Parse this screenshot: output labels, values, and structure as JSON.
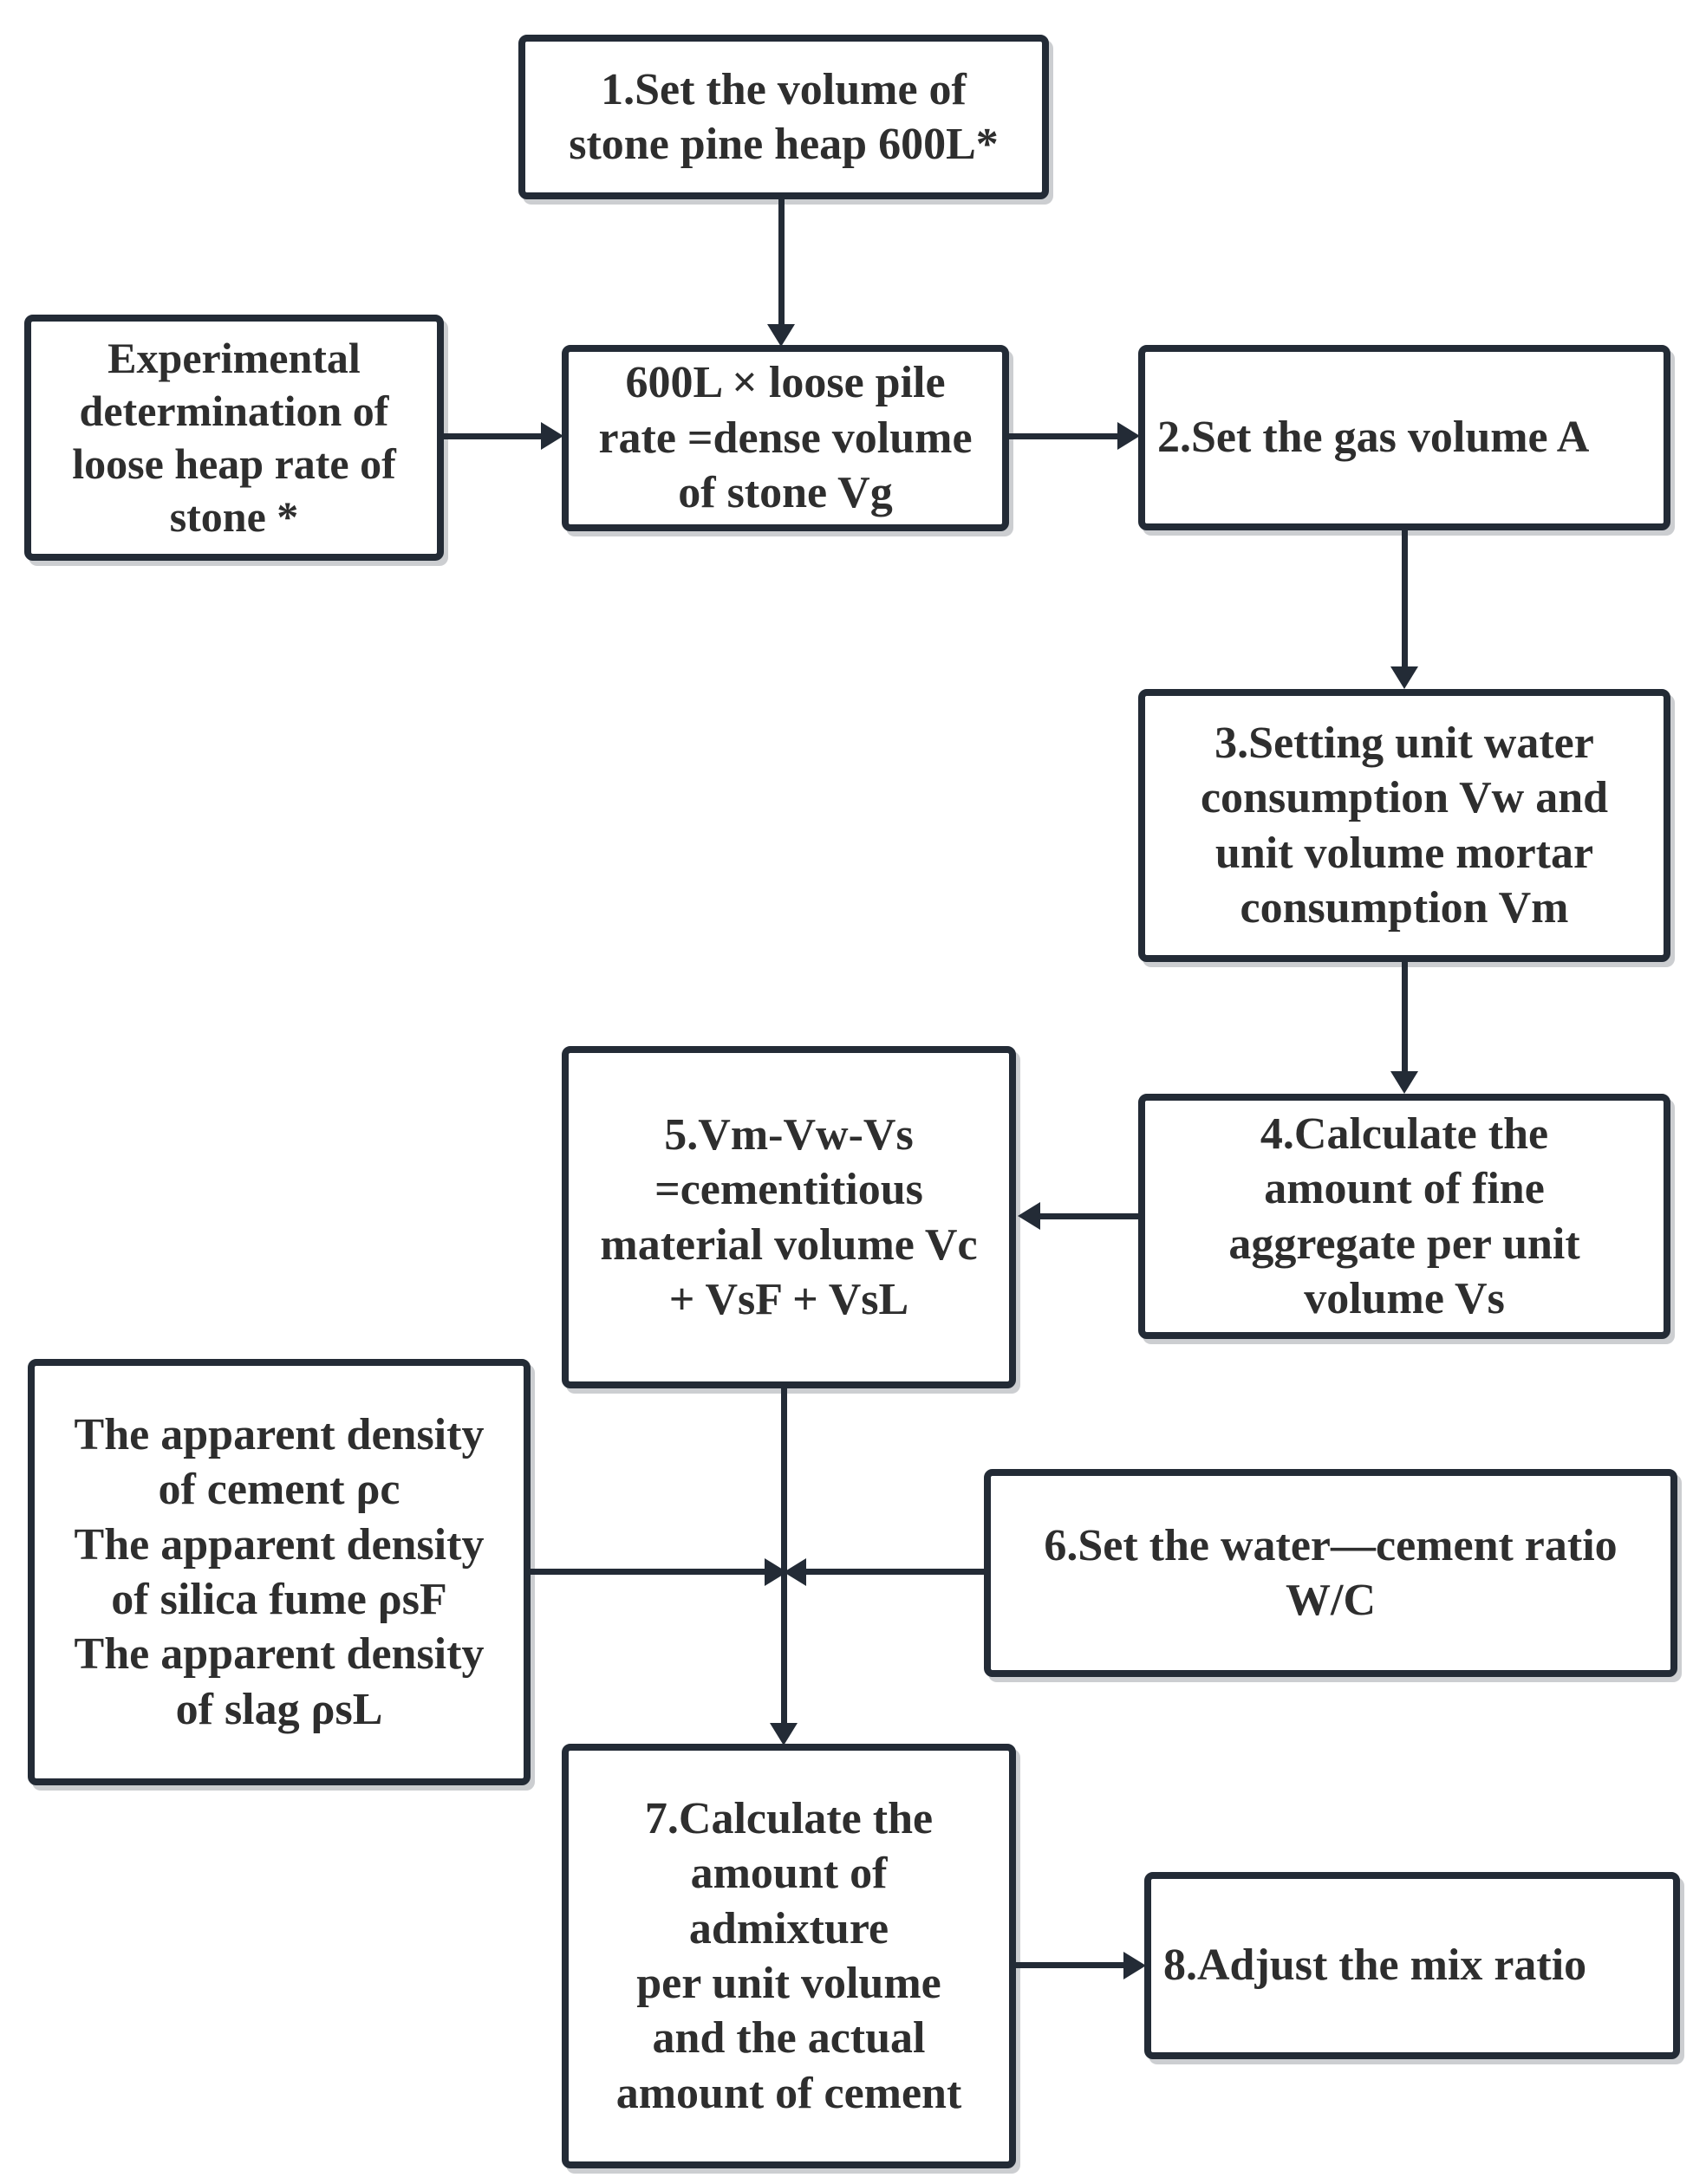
{
  "diagram": {
    "type": "flowchart",
    "colors": {
      "border": "#232b36",
      "text": "#2e2e2e",
      "background": "#ffffff"
    },
    "nodes": [
      {
        "id": "step1",
        "text": "1.Set the volume of\nstone pine heap 600L*"
      },
      {
        "id": "loose-heap-experiment",
        "text": "Experimental\ndetermination of\nloose heap rate of\nstone *"
      },
      {
        "id": "dense-volume",
        "text": "600L × loose pile\nrate =dense volume\nof stone Vg"
      },
      {
        "id": "step2",
        "text": "2.Set the gas volume A"
      },
      {
        "id": "step3",
        "text": "3.Setting unit water\nconsumption Vw and\nunit volume mortar\nconsumption Vm"
      },
      {
        "id": "step4",
        "text": "4.Calculate the\namount of fine\naggregate per unit\nvolume Vs"
      },
      {
        "id": "step5",
        "text": "5.Vm-Vw-Vs\n=cementitious\nmaterial volume Vc\n+ VsF + VsL"
      },
      {
        "id": "apparent-densities",
        "text": "The apparent density\nof cement ρc\nThe apparent density\nof silica fume ρsF\nThe apparent density\nof slag ρsL"
      },
      {
        "id": "step6",
        "text": "6.Set the water—cement ratio\nW/C"
      },
      {
        "id": "step7",
        "text": "7.Calculate the\namount of\nadmixture\nper unit volume\nand the actual\namount of cement"
      },
      {
        "id": "step8",
        "text": "8.Adjust the mix ratio"
      }
    ],
    "edges": [
      {
        "from": "step1",
        "to": "dense-volume"
      },
      {
        "from": "loose-heap-experiment",
        "to": "dense-volume"
      },
      {
        "from": "dense-volume",
        "to": "step2"
      },
      {
        "from": "step2",
        "to": "step3"
      },
      {
        "from": "step3",
        "to": "step4"
      },
      {
        "from": "step4",
        "to": "step5"
      },
      {
        "from": "step5",
        "to": "step7"
      },
      {
        "from": "apparent-densities",
        "to": "step5-step7-line"
      },
      {
        "from": "step6",
        "to": "step5-step7-line"
      },
      {
        "from": "step7",
        "to": "step8"
      }
    ]
  }
}
